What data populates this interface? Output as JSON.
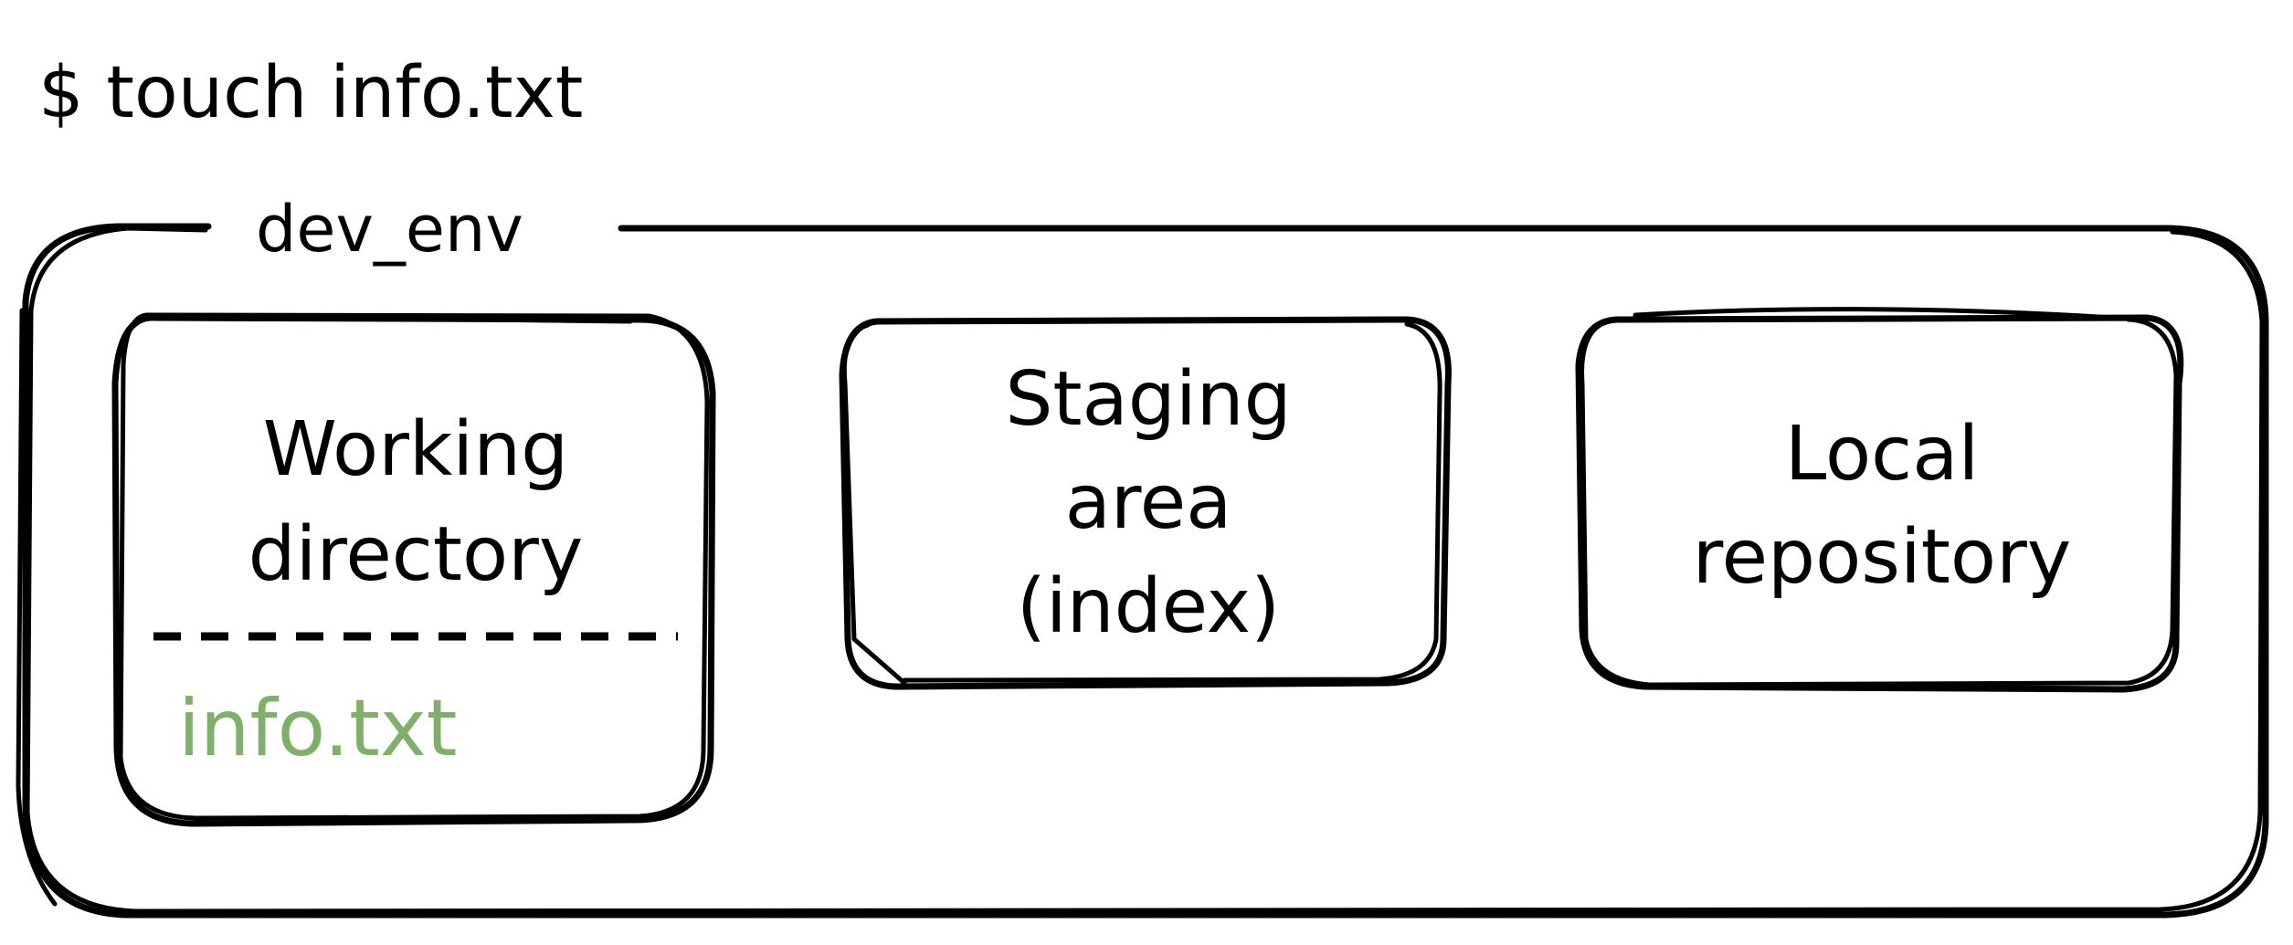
{
  "command": "$ touch info.txt",
  "environment": {
    "label": "dev_env"
  },
  "areas": {
    "working": {
      "title_line1": "Working",
      "title_line2": "directory",
      "files": [
        "info.txt"
      ]
    },
    "staging": {
      "title_line1": "Staging",
      "title_line2": "area",
      "title_line3": "(index)"
    },
    "repository": {
      "title_line1": "Local",
      "title_line2": "repository"
    }
  },
  "colors": {
    "stroke": "#000000",
    "untracked_file": "#7fb069"
  }
}
